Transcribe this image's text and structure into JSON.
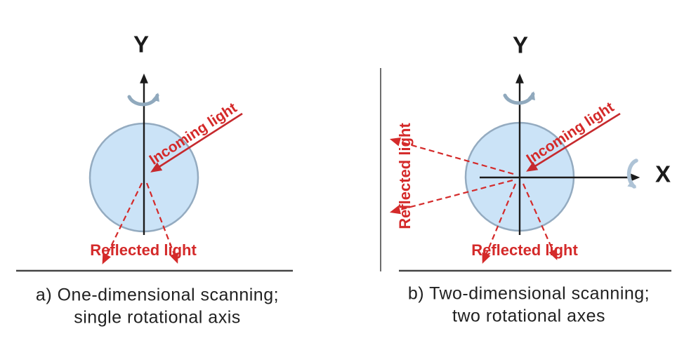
{
  "colors": {
    "mirror_fill": "#cbe3f7",
    "mirror_stroke": "#94abc0",
    "axis_black": "#1b1b1b",
    "rotation_arrow_y": "#90a9bd",
    "rotation_arrow_x": "#aec3d6",
    "light_red_dashed": "#d42a2a",
    "light_red_solid": "#c62a2e",
    "ground_line": "#454545",
    "wall_line": "#6e6e6e",
    "caption_text": "#212121"
  },
  "panel_a": {
    "y_axis_label": "Y",
    "incoming_light_label": "Incoming light",
    "reflected_light_label": "Reflected light",
    "caption_line1": "a) One-dimensional scanning;",
    "caption_line2": "single rotational axis"
  },
  "panel_b": {
    "y_axis_label": "Y",
    "x_axis_label": "X",
    "incoming_light_label": "Incoming light",
    "reflected_light_label_wall": "Reflected light",
    "reflected_light_label_ground": "Reflected light",
    "caption_line1": "b) Two-dimensional scanning;",
    "caption_line2": "two rotational axes"
  }
}
